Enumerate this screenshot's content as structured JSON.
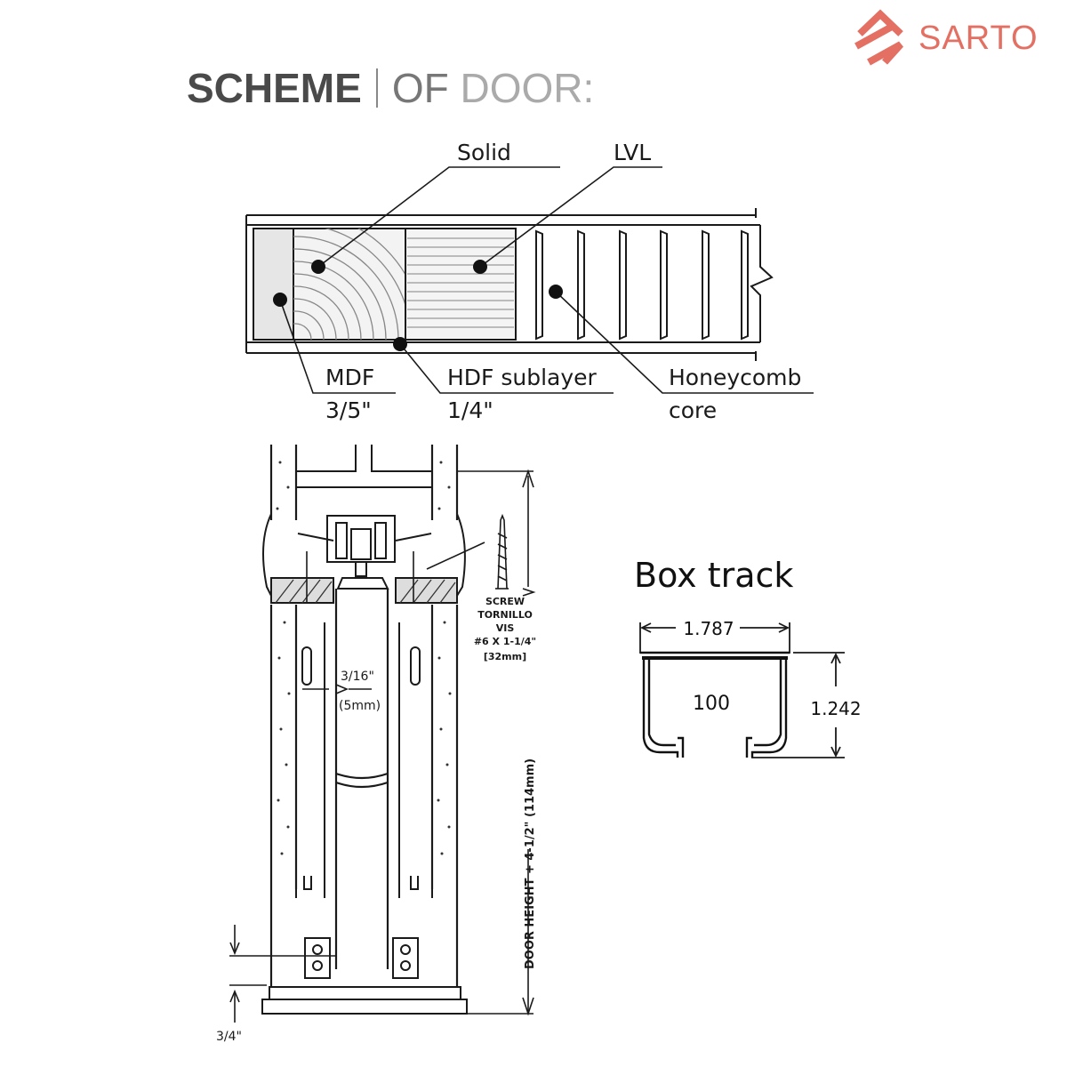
{
  "brand": {
    "name": "SARTO",
    "color": "#e46f63",
    "icon": "sarto-logo-icon"
  },
  "heading": {
    "bold": "SCHEME",
    "light_a": "OF ",
    "light_b": "DOOR:"
  },
  "cross_section": {
    "labels": {
      "solid": "Solid",
      "lvl": "LVL",
      "mdf": "MDF",
      "mdf_dim": "3/5\"",
      "hdf": "HDF sublayer",
      "hdf_dim": "1/4\"",
      "honeycomb_1": "Honeycomb",
      "honeycomb_2": "core"
    }
  },
  "installation": {
    "screw": [
      "SCREW",
      "TORNILLO",
      "VIS",
      "#6 X 1-1/4\"",
      "[32mm]"
    ],
    "gap_1": "3/16\"",
    "gap_2": "(5mm)",
    "height": "DOOR HEIGHT + 4-1/2\" (114mm)",
    "bottom": "3/4\""
  },
  "box_track": {
    "title": "Box track",
    "width": "1.787",
    "height": "1.242",
    "model": "100"
  },
  "colors": {
    "line": "#1a1a1a",
    "accent": "#e46f63",
    "heading": "#4a4a4a"
  }
}
